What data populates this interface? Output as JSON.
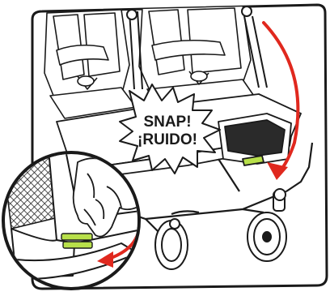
{
  "callout": {
    "line1": "SNAP!",
    "line2": "¡RUIDO!"
  },
  "colors": {
    "outline": "#1a1a1a",
    "arrow": "#e0281e",
    "latch": "#b8e04a",
    "mesh": "#2a2a2a",
    "background": "#ffffff"
  },
  "icons": {
    "main_arrow": "curved-down-arrow",
    "inset_arrow": "curved-left-arrow"
  }
}
